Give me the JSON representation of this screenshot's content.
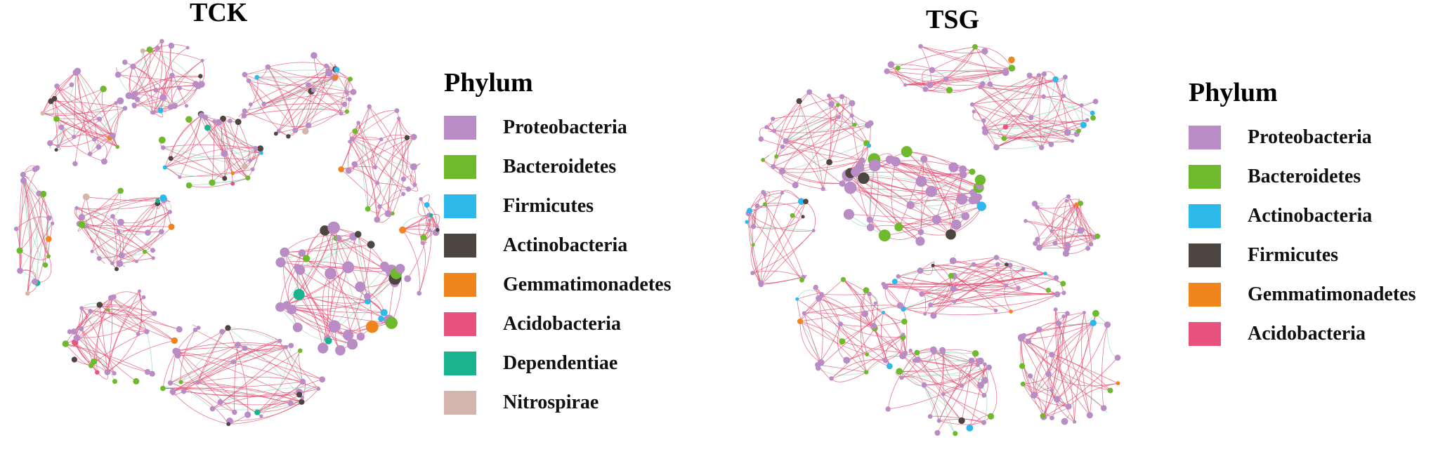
{
  "panels": [
    {
      "title": "TCK",
      "legend": {
        "title": "Phylum",
        "items": [
          {
            "label": "Proteobacteria",
            "color": "#b98cc6",
            "icon": "legend-swatch"
          },
          {
            "label": "Bacteroidetes",
            "color": "#6fba2c",
            "icon": "legend-swatch"
          },
          {
            "label": "Firmicutes",
            "color": "#2db9ea",
            "icon": "legend-swatch"
          },
          {
            "label": "Actinobacteria",
            "color": "#4d4540",
            "icon": "legend-swatch"
          },
          {
            "label": "Gemmatimonadetes",
            "color": "#f0841d",
            "icon": "legend-swatch"
          },
          {
            "label": "Acidobacteria",
            "color": "#e8537e",
            "icon": "legend-swatch"
          },
          {
            "label": "Dependentiae",
            "color": "#19b38e",
            "icon": "legend-swatch"
          },
          {
            "label": "Nitrospirae",
            "color": "#d4b5ad",
            "icon": "legend-swatch"
          }
        ]
      }
    },
    {
      "title": "TSG",
      "legend": {
        "title": "Phylum",
        "items": [
          {
            "label": "Proteobacteria",
            "color": "#b98cc6",
            "icon": "legend-swatch"
          },
          {
            "label": "Bacteroidetes",
            "color": "#6fba2c",
            "icon": "legend-swatch"
          },
          {
            "label": "Actinobacteria",
            "color": "#2db9ea",
            "icon": "legend-swatch"
          },
          {
            "label": "Firmicutes",
            "color": "#4d4540",
            "icon": "legend-swatch"
          },
          {
            "label": "Gemmatimonadetes",
            "color": "#f0841d",
            "icon": "legend-swatch"
          },
          {
            "label": "Acidobacteria",
            "color": "#e8537e",
            "icon": "legend-swatch"
          }
        ]
      }
    }
  ],
  "edge_colors": {
    "positive": "#e24a6e",
    "negative": "#8fd6b8"
  }
}
